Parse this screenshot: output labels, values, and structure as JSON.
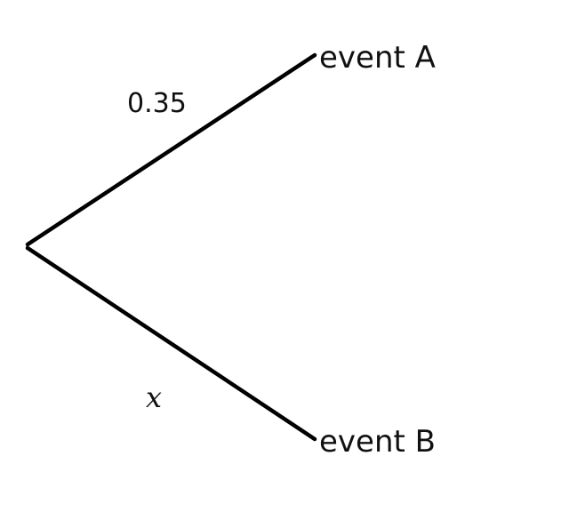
{
  "diagram": {
    "root": {
      "branches": [
        {
          "probability": "0.35",
          "outcome": "event A"
        },
        {
          "probability": "x",
          "outcome": "event B"
        }
      ]
    }
  }
}
